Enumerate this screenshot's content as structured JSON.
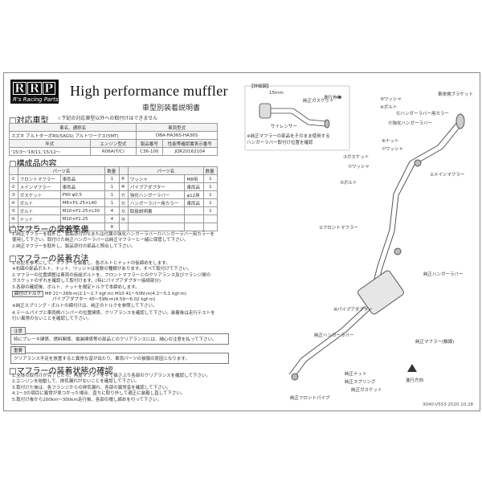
{
  "header": {
    "logo_text": "RRP",
    "logo_sub": "R's Racing Parts",
    "title": "High performance muffler",
    "subtitle": "車型別装着説明書"
  },
  "sections": {
    "s1": "□対応車型",
    "s1_note": "☆下記の対応車型以外への取付けはできません",
    "s2": "□構成品内容",
    "s3": "□マフラーの装着準備",
    "s4": "□マフラーの装着方法",
    "s5": "□マフラーの装着状態の確認"
  },
  "vehicle": {
    "h1": "車名、通称名",
    "h2": "車両型式",
    "name": "スズキ アルトターボRS(5AGS) アルトワークス(5MT)",
    "model": "DBA-HA36S-HA36S",
    "h3": "年式",
    "h4": "エンジン型式",
    "h5": "製品番号",
    "h6": "性能等確認書表示番号",
    "year": "'15/3〜'18/11,'15/12〜",
    "engine": "R06A(T/C)",
    "product": "C36-100",
    "cert": "JQR20162104"
  },
  "parts": {
    "headers": [
      "",
      "パーツ名",
      "",
      "数量",
      "",
      "パーツ名",
      "",
      "数量"
    ],
    "rows": [
      [
        "①",
        "フロントマフラー",
        "車両品",
        "1",
        "⑨",
        "ワッシャ",
        "M8用",
        "1"
      ],
      [
        "②",
        "メインマフラー",
        "車両品",
        "1",
        "⑩",
        "パイプアダプター",
        "車両品",
        "1"
      ],
      [
        "③",
        "ガスケット",
        "P90 φ0.5",
        "1",
        "⑪",
        "強化ハンガーラバー",
        "φ12用",
        "1"
      ],
      [
        "④",
        "ボルト",
        "M8×P1.25×L40",
        "1",
        "⑫",
        "ハンガーラバー用カラー",
        "車両品",
        "1"
      ],
      [
        "⑤",
        "ボルト",
        "M10×P1.25×L30",
        "4",
        "⑬",
        "取扱説明書",
        "",
        "1"
      ],
      [
        "⑥",
        "ナット",
        "M10×P1.25",
        "4",
        "⑭",
        "",
        "",
        ""
      ],
      [
        "⑦",
        "ワッシャ",
        "M10用",
        "8",
        "",
        "",
        "",
        ""
      ]
    ]
  },
  "prep_text": [
    "1.純正マフラーを取外し、製品添付の①または付属の強化ハンガーラバー⑪ハンガーラバー用カラーを",
    "  使用して下さい。取付けた純正ハンガーラバーは純正マフラーと一緒に保管して下さい。",
    "2.純正マフラーを取外し、製品添付の部品と照合して下さい。"
  ],
  "method_text": [
    "1.右記を参考にして、マフラーを装着し、各ボルトとナットの仮締めをします。",
    "  ※右図の部品ボルト、ナット、ワッシャは複数の種類があります。すべて取付けて下さい。",
    "2.マフラーの位置調整は車両の仮組ボルトを、フロントマフラーとのクリアランス及びフランジ間の",
    "  ガスケットのずれを確認して取付けます。(特にパイプアダプター接続部分)",
    "3.各部の確認後、ボルト、ナットを規定トルクで本締めします。"
  ],
  "torque": {
    "label": "締付けトルク",
    "l1": "M8  21〜26N·m(2.1〜2.7 kgf·m)   M10  41〜50N·m(4.2〜5.1 kgf·m)",
    "l2": "パイプアダプター  45〜59N·m(4.59〜6.02 kgf·m)",
    "l3": "※純正スプリング・ボルトの締付けは、純正のトルクを参照して下さい。"
  },
  "tail_text": [
    "4.テールパイプと車両側バンパーの位置関係、クリアランスを確認して下さい。装着後は走行テストを",
    "  行い異常のないことを確認して下さい。"
  ],
  "caution": {
    "label": "注意",
    "text": "特にブレーキ関係、燃料関係、電装関係等の部品とのクリアランスには、細心の注意を払って下さい。"
  },
  "important": {
    "label": "重要",
    "text": "クリアランス不足を放置すると異常な音が出たり、車両パーツの損傷の原因となります。"
  },
  "check_text": [
    "1.全体の取付けが完了したら、再度マフラーを手で揺さぶり各部のクリアランスを確認して下さい。",
    "2.エンジンを始動して、排気漏れがないことを確認して下さい。",
    "3.取付けた後は、各フランジからの排気漏れ、各部の異常音を確認して下さい。",
    "4.1〜3の項目に異常が見つかった場合、直ちに取り外して適正に装着し直して下さい。",
    "5.取付け後から200km〜300km走行後、各部の増し締めを行って下さい。"
  ],
  "diagram": {
    "detail": "【詳細図】",
    "d15": "15mm",
    "jun_gasket": "純正ガスケット",
    "silencer": "サイレンサー",
    "direction": "進行方向",
    "detail_note1": "※純正マフラーの部品をそのまま使用する",
    "detail_note2": "ハンガーラバー取付け位置を確認",
    "washer9": "⑨ワッシャ",
    "bolt4": "④ボルト",
    "bracket": "車体側ブラケット",
    "hanger_collar": "⑫ハンガーラバー用カラー",
    "hanger11": "⑪強化ハンガーラバー",
    "nut6": "⑥ナット",
    "washer7a": "⑦ワッシャ",
    "gasket3": "③ガスケット",
    "washer7b": "⑦ワッシャ",
    "bolt5": "⑤ボルト",
    "main2": "②メインマフラー",
    "front1": "①フロントマフラー",
    "jun_hanger": "純正ハンガーラバー",
    "pipe10": "⑩パイプアダプター",
    "jun_hanger2": "純正ハンガーラバー",
    "jun_muffler": "純正マフラー(触媒)",
    "jun_nut": "純正ナット",
    "jun_spring": "純正スプリング",
    "jun_gasket2": "純正ガスケット",
    "jun_front_pipe": "純正フロントパイプ",
    "direction2": "進行方向"
  },
  "doc_code": "3040-V553  2020.10.28"
}
